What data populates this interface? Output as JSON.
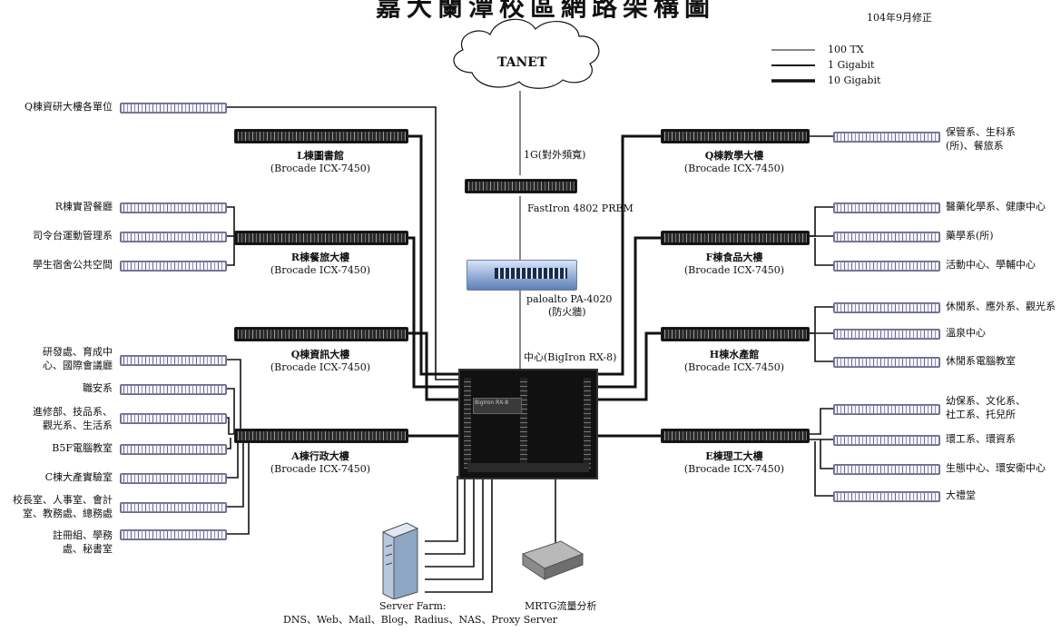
{
  "title": "嘉大蘭潭校區網路架構圖",
  "revision": "104年9月修正",
  "cloud_label": "TANET",
  "legend": [
    {
      "label": "100 TX",
      "weight": "thin"
    },
    {
      "label": "1 Gigabit",
      "weight": "medium"
    },
    {
      "label": "10 Gigabit",
      "weight": "thick"
    }
  ],
  "uplink": {
    "bandwidth_label": "1G(對外頻寬)",
    "fastiron_label": "FastIron 4802 PREM",
    "firewall_label": "paloalto PA-4020",
    "firewall_sub": "(防火牆)",
    "core_label": "中心(BigIron RX-8)",
    "core_badge": "BigIron RX-8"
  },
  "buildings": {
    "l": {
      "name": "L棟圖書館",
      "model": "(Brocade ICX-7450)"
    },
    "r": {
      "name": "R棟餐旅大樓",
      "model": "(Brocade ICX-7450)"
    },
    "qinfo": {
      "name": "Q棟資訊大樓",
      "model": "(Brocade ICX-7450)"
    },
    "a": {
      "name": "A棟行政大樓",
      "model": "(Brocade ICX-7450)"
    },
    "qteach": {
      "name": "Q棟教學大樓",
      "model": "(Brocade ICX-7450)"
    },
    "f": {
      "name": "F棟食品大樓",
      "model": "(Brocade ICX-7450)"
    },
    "h": {
      "name": "H棟水產館",
      "model": "(Brocade ICX-7450)"
    },
    "e": {
      "name": "E棟理工大樓",
      "model": "(Brocade ICX-7450)"
    }
  },
  "left_edge": {
    "q_research": "Q棟資研大樓各單位",
    "r1": "R棟實習餐廳",
    "r2": "司令台運動管理系",
    "r3": "學生宿舍公共空間",
    "a1a": "研發處、育成中",
    "a1b": "心、國際會議廳",
    "a2": "職安系",
    "a3a": "進修部、技品系、",
    "a3b": "觀光系、生活系",
    "a4": "B5F電腦教室",
    "a5": "C棟大產實驗室",
    "a6a": "校長室、人事室、會計",
    "a6b": "室、教務處、總務處",
    "a7a": "註冊組、學務",
    "a7b": "處、秘書室"
  },
  "right_edge": {
    "q1a": "保管系、生科系",
    "q1b": "(所)、餐旅系",
    "f1": "醫藥化學系、健康中心",
    "f2": "藥學系(所)",
    "f3": "活動中心、學輔中心",
    "h1": "休閒系、應外系、觀光系",
    "h2": "溫泉中心",
    "h3": "休閒系電腦教室",
    "e1a": "幼保系、文化系、",
    "e1b": "社工系、托兒所",
    "e2": "環工系、環資系",
    "e3": "生態中心、環安衛中心",
    "e4": "大禮堂"
  },
  "server_farm": {
    "label": "Server Farm:",
    "services": "DNS、Web、Mail、Blog、Radius、NAS、Proxy Server"
  },
  "mrtg_label": "MRTG流量分析"
}
